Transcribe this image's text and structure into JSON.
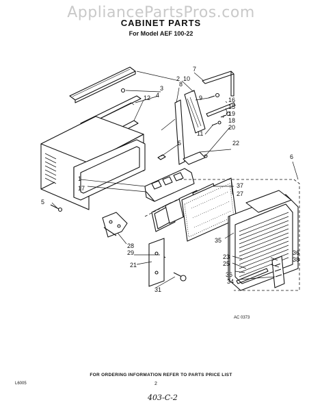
{
  "watermark": "AppliancePartsPros.com",
  "title": "CABINET PARTS",
  "subtitle": "For Model AEF 100-22",
  "callouts": [
    "1",
    "2",
    "3",
    "4",
    "5",
    "5",
    "6",
    "7",
    "8",
    "9",
    "10",
    "11",
    "12",
    "15",
    "16",
    "17",
    "18",
    "19",
    "20",
    "21",
    "22",
    "23",
    "25",
    "27",
    "28",
    "29",
    "31",
    "33",
    "34",
    "35",
    "36",
    "37",
    "38"
  ],
  "drawing_code": "AC 0373",
  "footer_note": "FOR ORDERING INFORMATION REFER TO PARTS PRICE LIST",
  "page_number": "2",
  "footer_code": "L6005",
  "handwritten": "403-C-2"
}
